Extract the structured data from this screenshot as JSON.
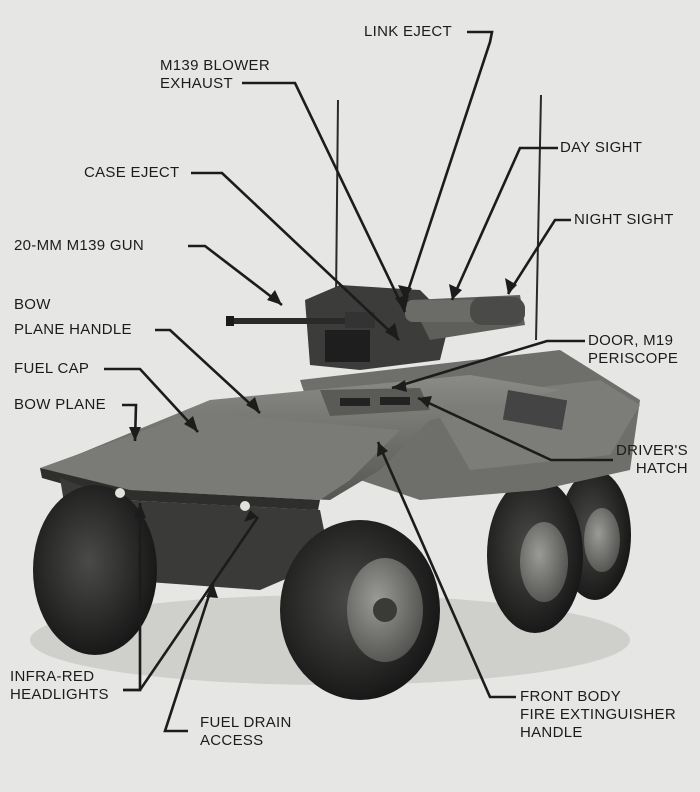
{
  "labels": {
    "link_eject": "LINK EJECT",
    "m139_blower": {
      "line1": "M139 BLOWER",
      "line2": "EXHAUST"
    },
    "day_sight": "DAY SIGHT",
    "case_eject": "CASE EJECT",
    "night_sight": "NIGHT SIGHT",
    "gun": "20-MM M139 GUN",
    "bow_plane_handle": {
      "line1": "BOW",
      "line2": "PLANE HANDLE"
    },
    "door_periscope": {
      "line1": "DOOR, M19",
      "line2": "PERISCOPE"
    },
    "fuel_cap": "FUEL CAP",
    "bow_plane": "BOW PLANE",
    "drivers_hatch": {
      "line1": "DRIVER'S",
      "line2": "HATCH"
    },
    "ir_headlights": {
      "line1": "INFRA-RED",
      "line2": "HEADLIGHTS"
    },
    "fuel_drain": {
      "line1": "FUEL DRAIN",
      "line2": "ACCESS"
    },
    "fire_extinguisher": {
      "line1": "FRONT BODY",
      "line2": "FIRE EXTINGUISHER",
      "line3": "HANDLE"
    }
  }
}
